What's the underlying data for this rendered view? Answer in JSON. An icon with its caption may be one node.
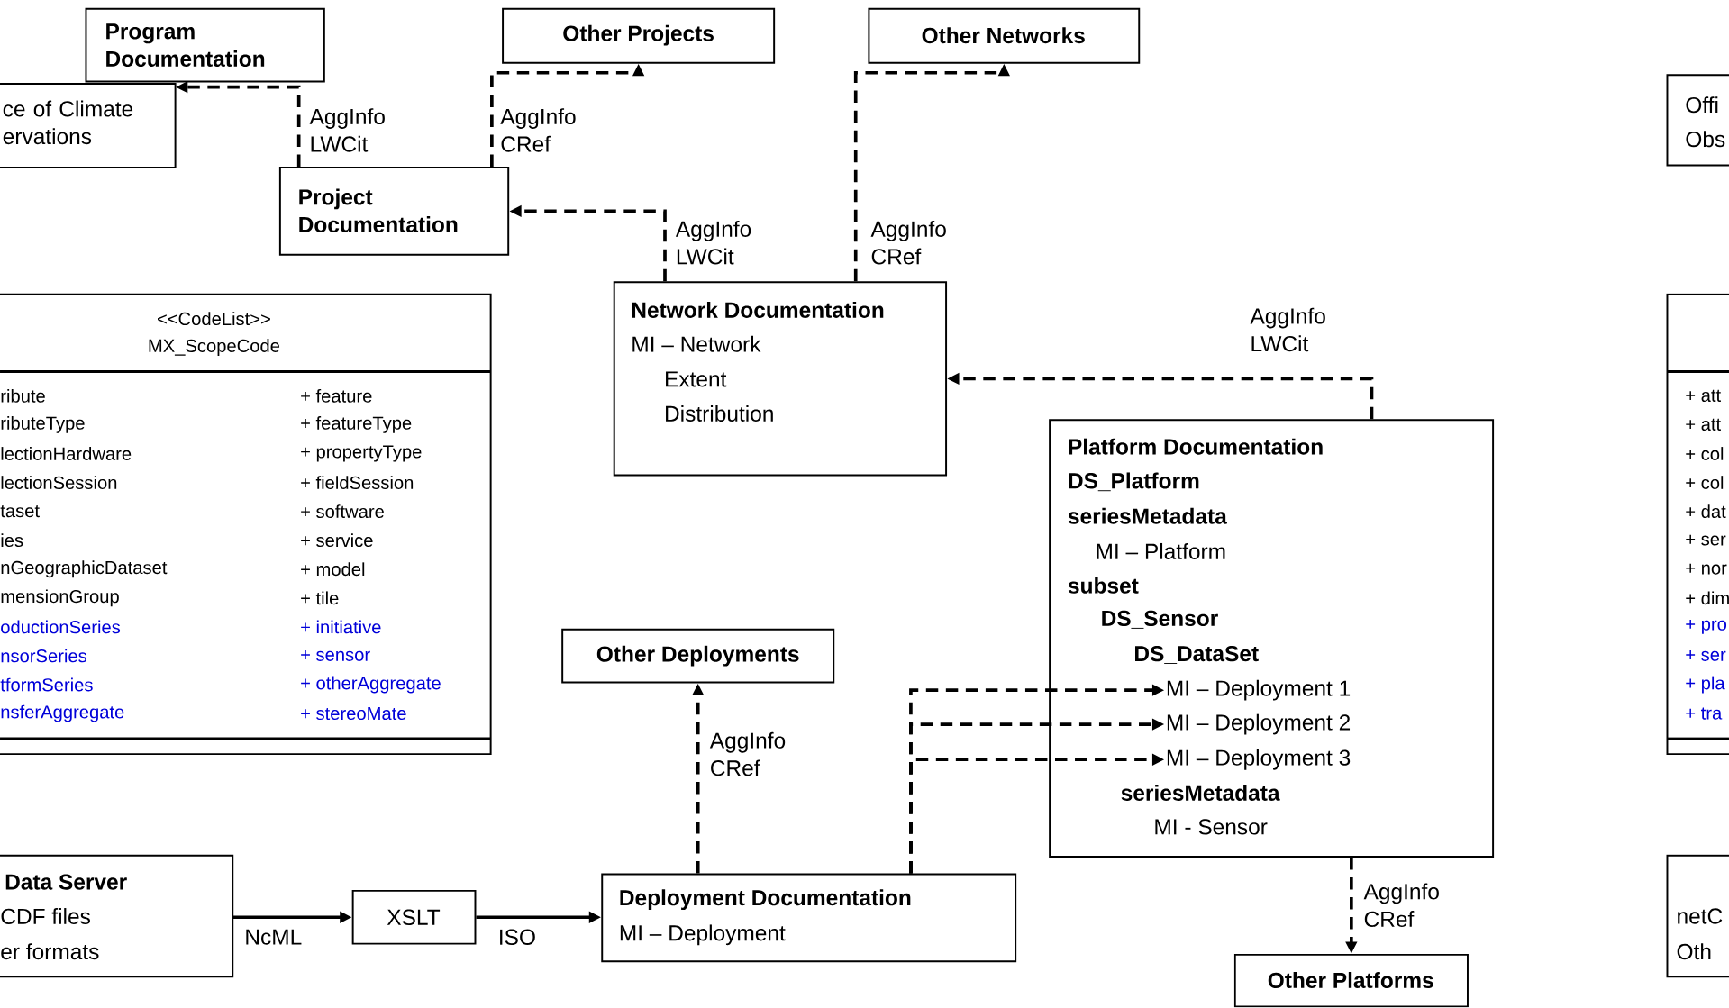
{
  "diagram": {
    "nodes": [
      {
        "text": [
          "Program Documentation"
        ]
      },
      {
        "text": [
          "ce of Climate ervations"
        ]
      },
      {
        "text": [
          "Other Projects"
        ]
      },
      {
        "text": [
          "Other Networks"
        ]
      },
      {
        "text": [
          "Project Documentation"
        ]
      },
      {
        "text": [
          "<<CodeList>>",
          "MX_ScopeCode",
          "ribute",
          "ributeType",
          "lectionHardware",
          "lectionSession",
          "taset",
          "ies",
          "nGeographicDataset",
          "mensionGroup",
          "oductionSeries",
          "nsorSeries",
          "tformSeries",
          "nsferAggregate",
          "+ feature",
          "+ featureType",
          "+ propertyType",
          "+ fieldSession",
          "+ software",
          "+ service",
          "+ model",
          "+ tile",
          "+ initiative",
          "+ sensor",
          "+ otherAggregate",
          "+ stereoMate"
        ]
      },
      {
        "text": [
          "Network Documentation",
          "MI – Network",
          "Extent",
          "Distribution"
        ]
      },
      {
        "text": [
          "Platform Documentation",
          "DS_Platform",
          "seriesMetadata",
          "MI – Platform",
          "subset",
          "DS_Sensor",
          "DS_DataSet",
          "seriesMetadata",
          "MI - Sensor"
        ]
      },
      {
        "text": [
          "MI – Deployment 1"
        ],
        "in": 7
      },
      {
        "text": [
          "MI – Deployment 2"
        ],
        "in": 7
      },
      {
        "text": [
          "MI – Deployment 3"
        ],
        "in": 7
      },
      {
        "text": [
          "Other Deployments"
        ]
      },
      {
        "text": [
          "Data Server",
          "CDF files",
          "er formats"
        ]
      },
      {
        "text": [
          "XSLT"
        ]
      },
      {
        "text": [
          "Deployment Documentation",
          "MI – Deployment"
        ]
      },
      {
        "text": [
          "Other Platforms"
        ]
      },
      {
        "text": [
          "Offi",
          "Obs"
        ]
      },
      {
        "text": [
          "+ att",
          "+ att",
          "+ col",
          "+ col",
          "+ dat",
          "+ ser",
          "+ nor",
          "+ dim",
          "+ pro",
          "+ ser",
          "+ pla",
          "+ tra"
        ]
      },
      {
        "text": [
          "netC",
          "Oth"
        ]
      }
    ],
    "edges": [
      {
        "from": 4,
        "to": 1,
        "arrow": "to",
        "label": "AggInfo LWCit",
        "style": "dashed"
      },
      {
        "from": 4,
        "to": 2,
        "arrow": "to",
        "label": "AggInfo CRef",
        "style": "dashed"
      },
      {
        "from": 6,
        "to": 3,
        "arrow": "to",
        "label": "AggInfo CRef",
        "style": "dashed"
      },
      {
        "from": 6,
        "to": 4,
        "arrow": "to",
        "label": "AggInfo LWCit",
        "style": "dashed"
      },
      {
        "from": 7,
        "to": 6,
        "arrow": "to",
        "label": "AggInfo LWCit",
        "style": "dashed"
      },
      {
        "from": 14,
        "to": 11,
        "arrow": "to",
        "label": "AggInfo CRef",
        "style": "dashed"
      },
      {
        "from": 14,
        "to": 8,
        "arrow": "to",
        "style": "dashed"
      },
      {
        "from": 14,
        "to": 9,
        "arrow": "to",
        "style": "dashed"
      },
      {
        "from": 14,
        "to": 10,
        "arrow": "to",
        "style": "dashed"
      },
      {
        "from": 7,
        "to": 15,
        "arrow": "to",
        "label": "AggInfo CRef",
        "style": "dashed"
      },
      {
        "from": 12,
        "to": 13,
        "arrow": "to",
        "label": "NcML"
      },
      {
        "from": 13,
        "to": 14,
        "arrow": "to",
        "label": "ISO"
      }
    ]
  }
}
